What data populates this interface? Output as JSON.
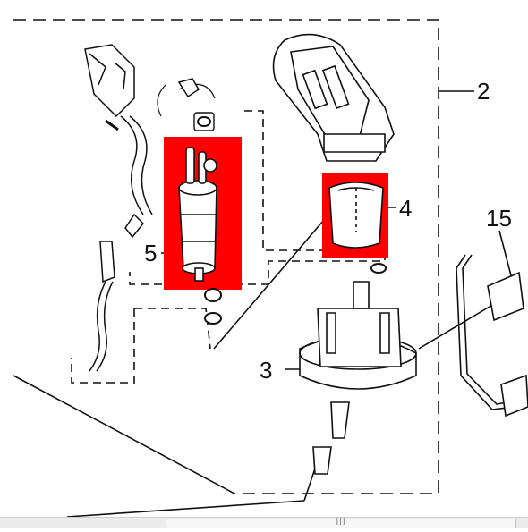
{
  "diagram": {
    "callouts": {
      "fuel_tank_unit": "2",
      "base_assembly": "3",
      "strainer": "4",
      "fuel_pump": "5",
      "fuel_hose": "15"
    },
    "highlight_color": "#ff0000",
    "line_color": "#111111"
  },
  "scrollbar": {
    "grip": "|||"
  }
}
